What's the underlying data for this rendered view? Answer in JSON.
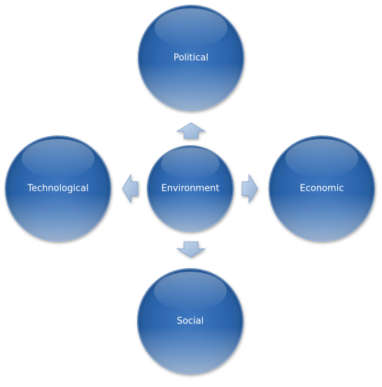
{
  "diagram": {
    "center": {
      "label": "Environment"
    },
    "nodes": {
      "top": {
        "label": "Political"
      },
      "right": {
        "label": "Economic"
      },
      "bottom": {
        "label": "Social"
      },
      "left": {
        "label": "Technological"
      }
    }
  },
  "colors": {
    "circle_fill_light": "#5c8fce",
    "circle_fill_mid": "#2e67b0",
    "circle_fill_dark": "#1b4f90",
    "circle_rim": "#b8cce6",
    "arrow_fill": "#a9c1de",
    "arrow_shade": "#7d9fc8",
    "label_text": "#ffffff"
  }
}
